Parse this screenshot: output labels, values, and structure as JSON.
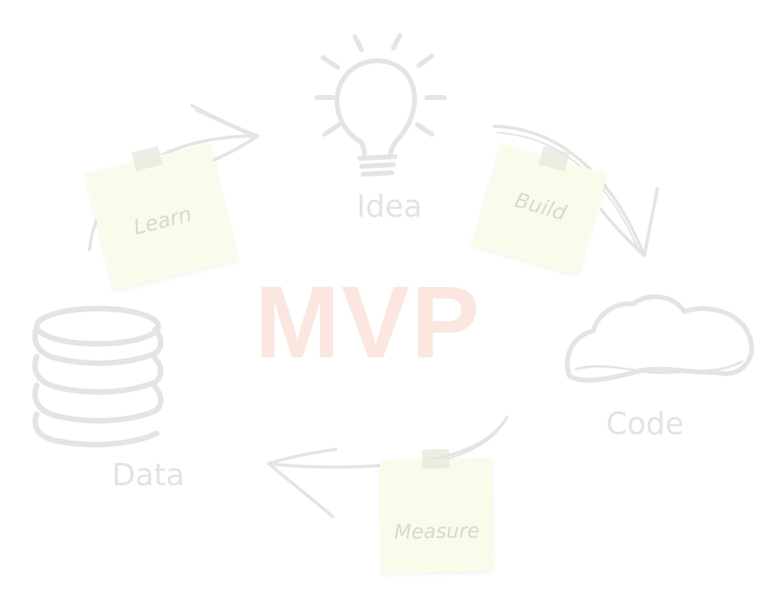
{
  "diagram": {
    "center_title": "MVP",
    "center_title_color": "#fbe6e0",
    "sketch_color": "#e4e4e4",
    "note_color": "#fbfbec",
    "nodes": {
      "idea": "Idea",
      "code": "Code",
      "data": "Data"
    },
    "notes": {
      "learn": "Learn",
      "build": "Build",
      "measure": "Measure"
    },
    "icons": {
      "idea": "lightbulb-icon",
      "code": "cloud-icon",
      "data": "database-icon"
    }
  }
}
